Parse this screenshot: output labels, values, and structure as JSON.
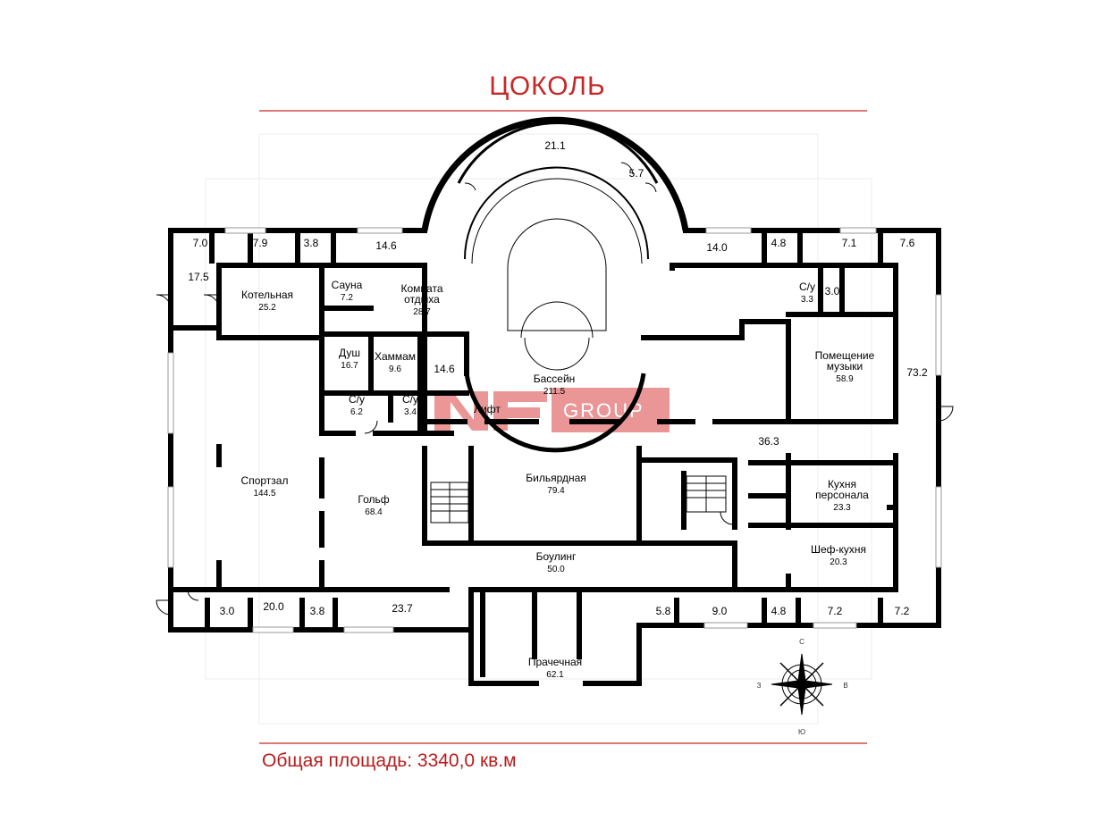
{
  "title": "ЦОКОЛЬ",
  "total_area": "Общая площадь: 3340,0 кв.м",
  "watermark": "NF GROUP",
  "compass": {
    "north": "С",
    "south": "Ю",
    "east": "В",
    "west": "З"
  },
  "colors": {
    "title": "#c62828",
    "rule": "#c62828",
    "wall": "#000000",
    "watermark": "#e05a5a"
  },
  "rooms": [
    {
      "id": "terrace-arc",
      "name": "",
      "area": "21.1"
    },
    {
      "id": "arc-small",
      "name": "",
      "area": "5.7"
    },
    {
      "id": "nw-7-0",
      "name": "",
      "area": "7.0"
    },
    {
      "id": "nw-7-9",
      "name": "",
      "area": "7.9"
    },
    {
      "id": "nw-3-8",
      "name": "",
      "area": "3.8"
    },
    {
      "id": "nw-14-6",
      "name": "",
      "area": "14.6"
    },
    {
      "id": "ne-14-0",
      "name": "",
      "area": "14.0"
    },
    {
      "id": "ne-4-8",
      "name": "",
      "area": "4.8"
    },
    {
      "id": "ne-7-1",
      "name": "",
      "area": "7.1"
    },
    {
      "id": "ne-7-6",
      "name": "",
      "area": "7.6"
    },
    {
      "id": "w-17-5",
      "name": "",
      "area": "17.5"
    },
    {
      "id": "boiler",
      "name": "Котельная",
      "area": "25.2"
    },
    {
      "id": "sauna",
      "name": "Сауна",
      "area": "7.2"
    },
    {
      "id": "rest-room",
      "name": "Комната отдыха",
      "area": "28.7"
    },
    {
      "id": "shower",
      "name": "Душ",
      "area": "16.7"
    },
    {
      "id": "hammam",
      "name": "Хаммам",
      "area": "9.6"
    },
    {
      "id": "mid-14-6",
      "name": "",
      "area": "14.6"
    },
    {
      "id": "wc-1",
      "name": "С/у",
      "area": "6.2"
    },
    {
      "id": "wc-2",
      "name": "С/у",
      "area": "3.4"
    },
    {
      "id": "pool",
      "name": "Бассейн",
      "area": "211.5"
    },
    {
      "id": "lift",
      "name": "Лифт",
      "area": ""
    },
    {
      "id": "wc-3",
      "name": "С/у",
      "area": "3.3"
    },
    {
      "id": "ne-3-0",
      "name": "",
      "area": "3.0"
    },
    {
      "id": "music",
      "name": "Помещение музыки",
      "area": "58.9"
    },
    {
      "id": "e-73-2",
      "name": "",
      "area": "73.2"
    },
    {
      "id": "hall-36-3",
      "name": "",
      "area": "36.3"
    },
    {
      "id": "gym",
      "name": "Спортзал",
      "area": "144.5"
    },
    {
      "id": "golf",
      "name": "Гольф",
      "area": "68.4"
    },
    {
      "id": "billiard",
      "name": "Бильярдная",
      "area": "79.4"
    },
    {
      "id": "staff-kitchen",
      "name": "Кухня персонала",
      "area": "23.3"
    },
    {
      "id": "chef-kitchen",
      "name": "Шеф-кухня",
      "area": "20.3"
    },
    {
      "id": "bowling",
      "name": "Боулинг",
      "area": "50.0"
    },
    {
      "id": "sw-3-0",
      "name": "",
      "area": "3.0"
    },
    {
      "id": "sw-20-0",
      "name": "",
      "area": "20.0"
    },
    {
      "id": "sw-3-8",
      "name": "",
      "area": "3.8"
    },
    {
      "id": "s-23-7",
      "name": "",
      "area": "23.7"
    },
    {
      "id": "se-5-8",
      "name": "",
      "area": "5.8"
    },
    {
      "id": "se-9-0",
      "name": "",
      "area": "9.0"
    },
    {
      "id": "se-4-8",
      "name": "",
      "area": "4.8"
    },
    {
      "id": "se-7-2a",
      "name": "",
      "area": "7.2"
    },
    {
      "id": "se-7-2b",
      "name": "",
      "area": "7.2"
    },
    {
      "id": "laundry",
      "name": "Прачечная",
      "area": "62.1"
    }
  ]
}
